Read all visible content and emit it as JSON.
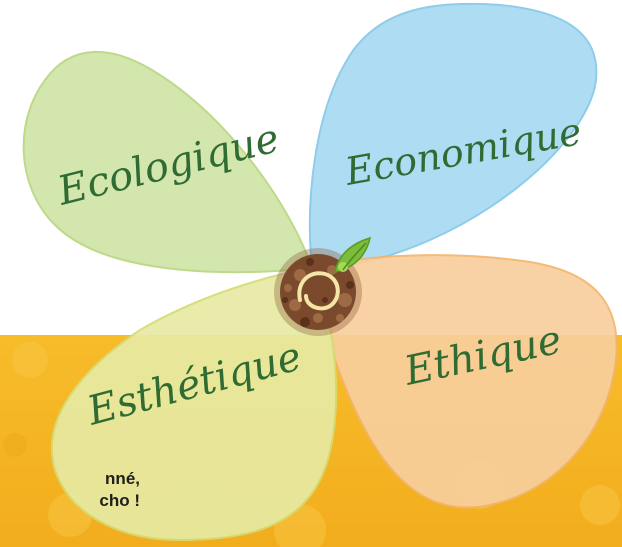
{
  "petals": {
    "ecological": {
      "label": "Ecologique"
    },
    "economic": {
      "label": "Economique"
    },
    "ethical": {
      "label": "Ethique"
    },
    "aesthetic": {
      "label": "Esthétique"
    }
  },
  "tagline": {
    "line1": "nné,",
    "line2": "cho !"
  },
  "colors": {
    "ecological_fill": "#cfe4a8",
    "economic_fill": "#a8dbf2",
    "ethical_fill": "#f8cf9d",
    "aesthetic_fill": "#e7eaa2",
    "band": "#f5b623",
    "label_ink": "#2f6b33"
  },
  "icons": {
    "center": "seedling-in-soil-icon"
  }
}
